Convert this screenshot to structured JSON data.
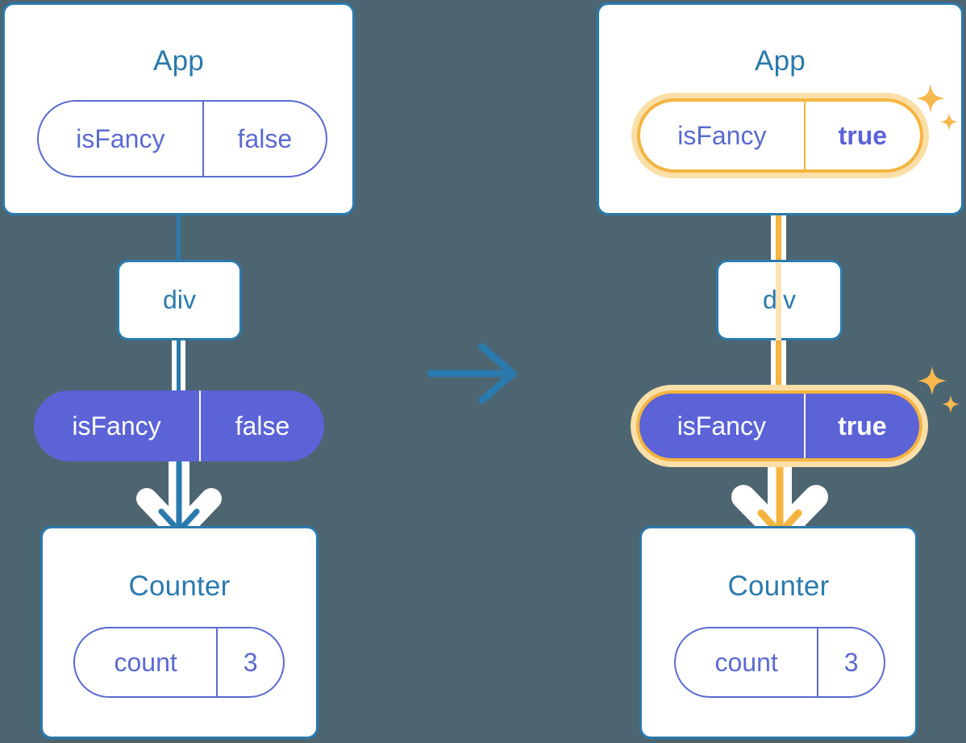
{
  "meta": {
    "background_color": "#4d6571",
    "accent_blue": "#2b7aad",
    "accent_purple": "#5b63d7",
    "accent_purple_outline": "#5b6ad0",
    "highlight_orange": "#f5b441",
    "highlight_glow": "#fbdfa8",
    "white": "#ffffff"
  },
  "transition_arrow": {
    "name": "right-arrow",
    "color": "#2b7aad"
  },
  "panels": [
    {
      "id": "before",
      "highlighted": false,
      "app": {
        "title": "App",
        "state": {
          "key": "isFancy",
          "value": "false",
          "bold": false,
          "highlighted": false
        }
      },
      "div": {
        "label": "div"
      },
      "prop": {
        "key": "isFancy",
        "value": "false",
        "bold": false,
        "highlighted": false
      },
      "counter": {
        "title": "Counter",
        "state": {
          "key": "count",
          "value": "3"
        }
      },
      "connector_color": "#2b7aad",
      "arrow_color": "#2b7aad",
      "sparkles": false
    },
    {
      "id": "after",
      "highlighted": true,
      "app": {
        "title": "App",
        "state": {
          "key": "isFancy",
          "value": "true",
          "bold": true,
          "highlighted": true
        }
      },
      "div": {
        "label": "div"
      },
      "prop": {
        "key": "isFancy",
        "value": "true",
        "bold": true,
        "highlighted": true
      },
      "counter": {
        "title": "Counter",
        "state": {
          "key": "count",
          "value": "3"
        }
      },
      "connector_color": "#f5b441",
      "arrow_color": "#f5b441",
      "sparkles": true
    }
  ]
}
